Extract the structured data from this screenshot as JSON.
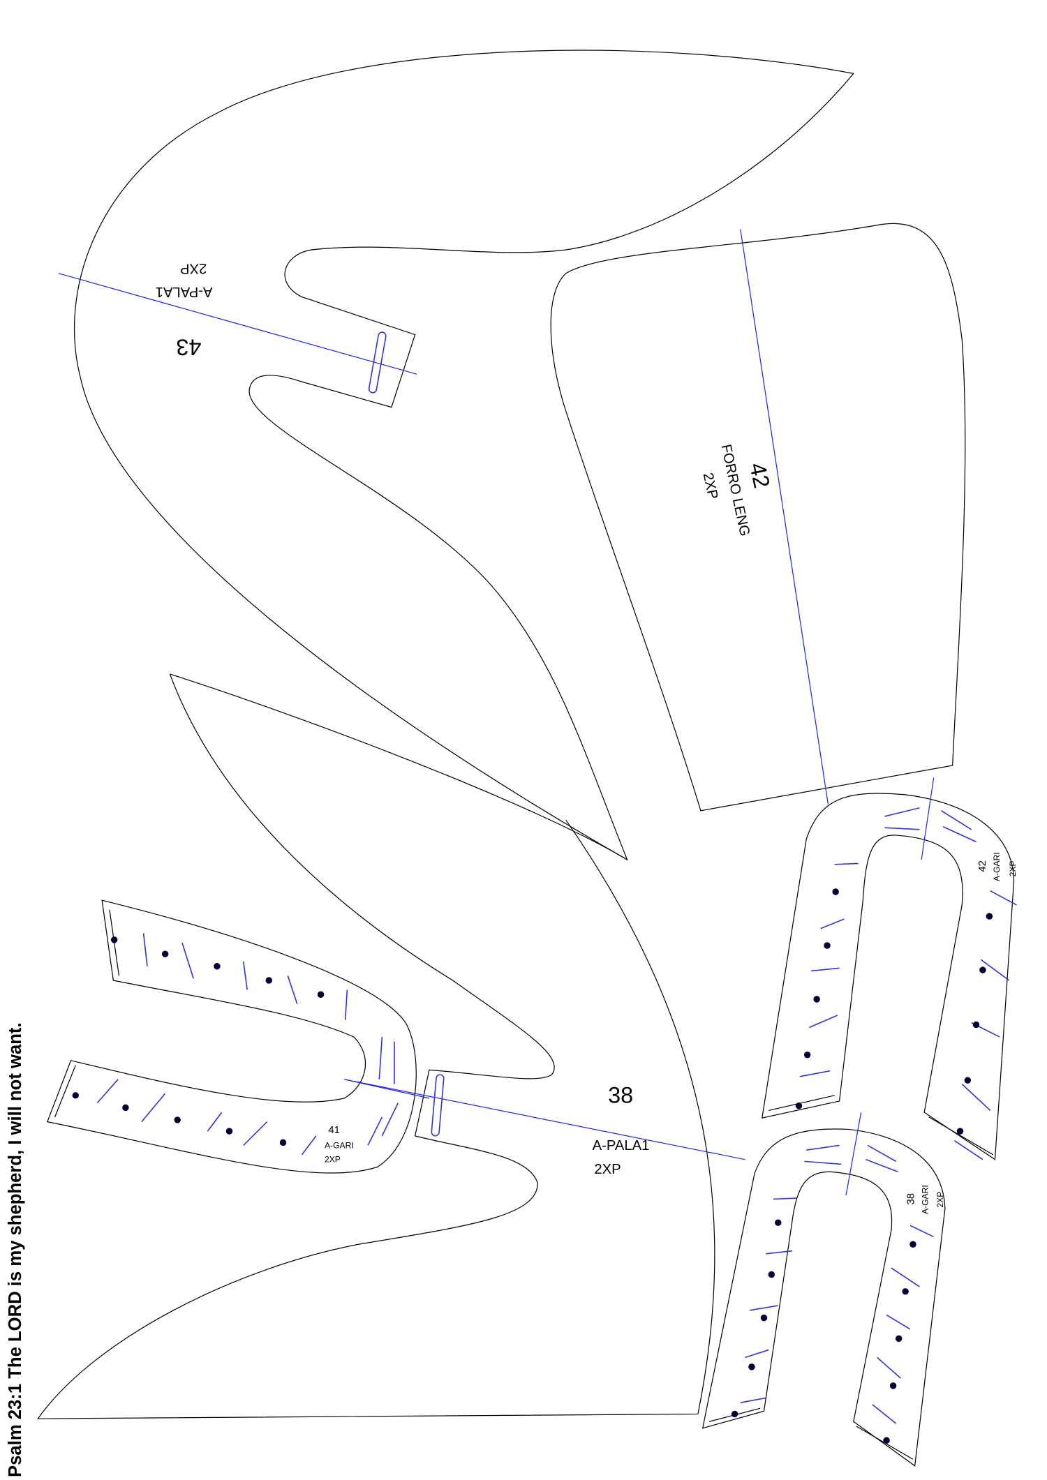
{
  "footer_text": "Psalm 23:1 The LORD is my shepherd, I will not want.",
  "pieces": {
    "p43": {
      "number": "43",
      "name": "A-PALA1",
      "qty": "2XP"
    },
    "p42": {
      "number": "42",
      "name": "FORRO LENG",
      "qty": "2XP"
    },
    "p38": {
      "number": "38",
      "name": "A-PALA1",
      "qty": "2XP"
    },
    "strap41": {
      "number": "41",
      "name": "A-GARI",
      "qty": "2XP"
    },
    "strap42": {
      "number": "42",
      "name": "A-GARI",
      "qty": "2XP"
    },
    "strap38": {
      "number": "38",
      "name": "A-GARI",
      "qty": "2XP"
    }
  },
  "colors": {
    "outline": "#000000",
    "guide": "#2222ee"
  }
}
